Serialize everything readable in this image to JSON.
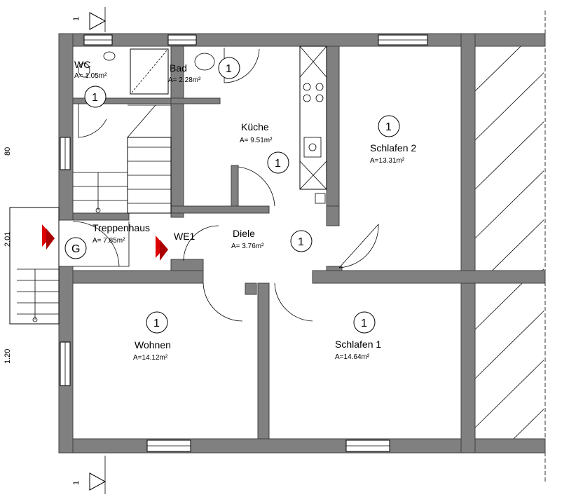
{
  "section_markers": [
    {
      "label": "1"
    },
    {
      "label": "1"
    }
  ],
  "dimensions": [
    "80",
    "2.01",
    "1.20"
  ],
  "rooms": [
    {
      "name": "WC",
      "area": "A= 1.05m²",
      "unit": "1"
    },
    {
      "name": "Bad",
      "area": "A= 2.28m²",
      "unit": "1"
    },
    {
      "name": "Küche",
      "area": "A= 9.51m²",
      "unit": "1"
    },
    {
      "name": "Schlafen 2",
      "area": "A=13.31m²",
      "unit": "1"
    },
    {
      "name": "Treppenhaus",
      "area": "A= 7.85m²",
      "unit": "G"
    },
    {
      "name": "Diele",
      "area": "A= 3.76m²",
      "unit": "1"
    },
    {
      "name": "Wohnen",
      "area": "A=14.12m²",
      "unit": "1"
    },
    {
      "name": "Schlafen 1",
      "area": "A=14.64m²",
      "unit": "1"
    }
  ],
  "entrance_label": "WE1",
  "colors": {
    "wall": "#808080",
    "arrow": "#dd0000"
  }
}
